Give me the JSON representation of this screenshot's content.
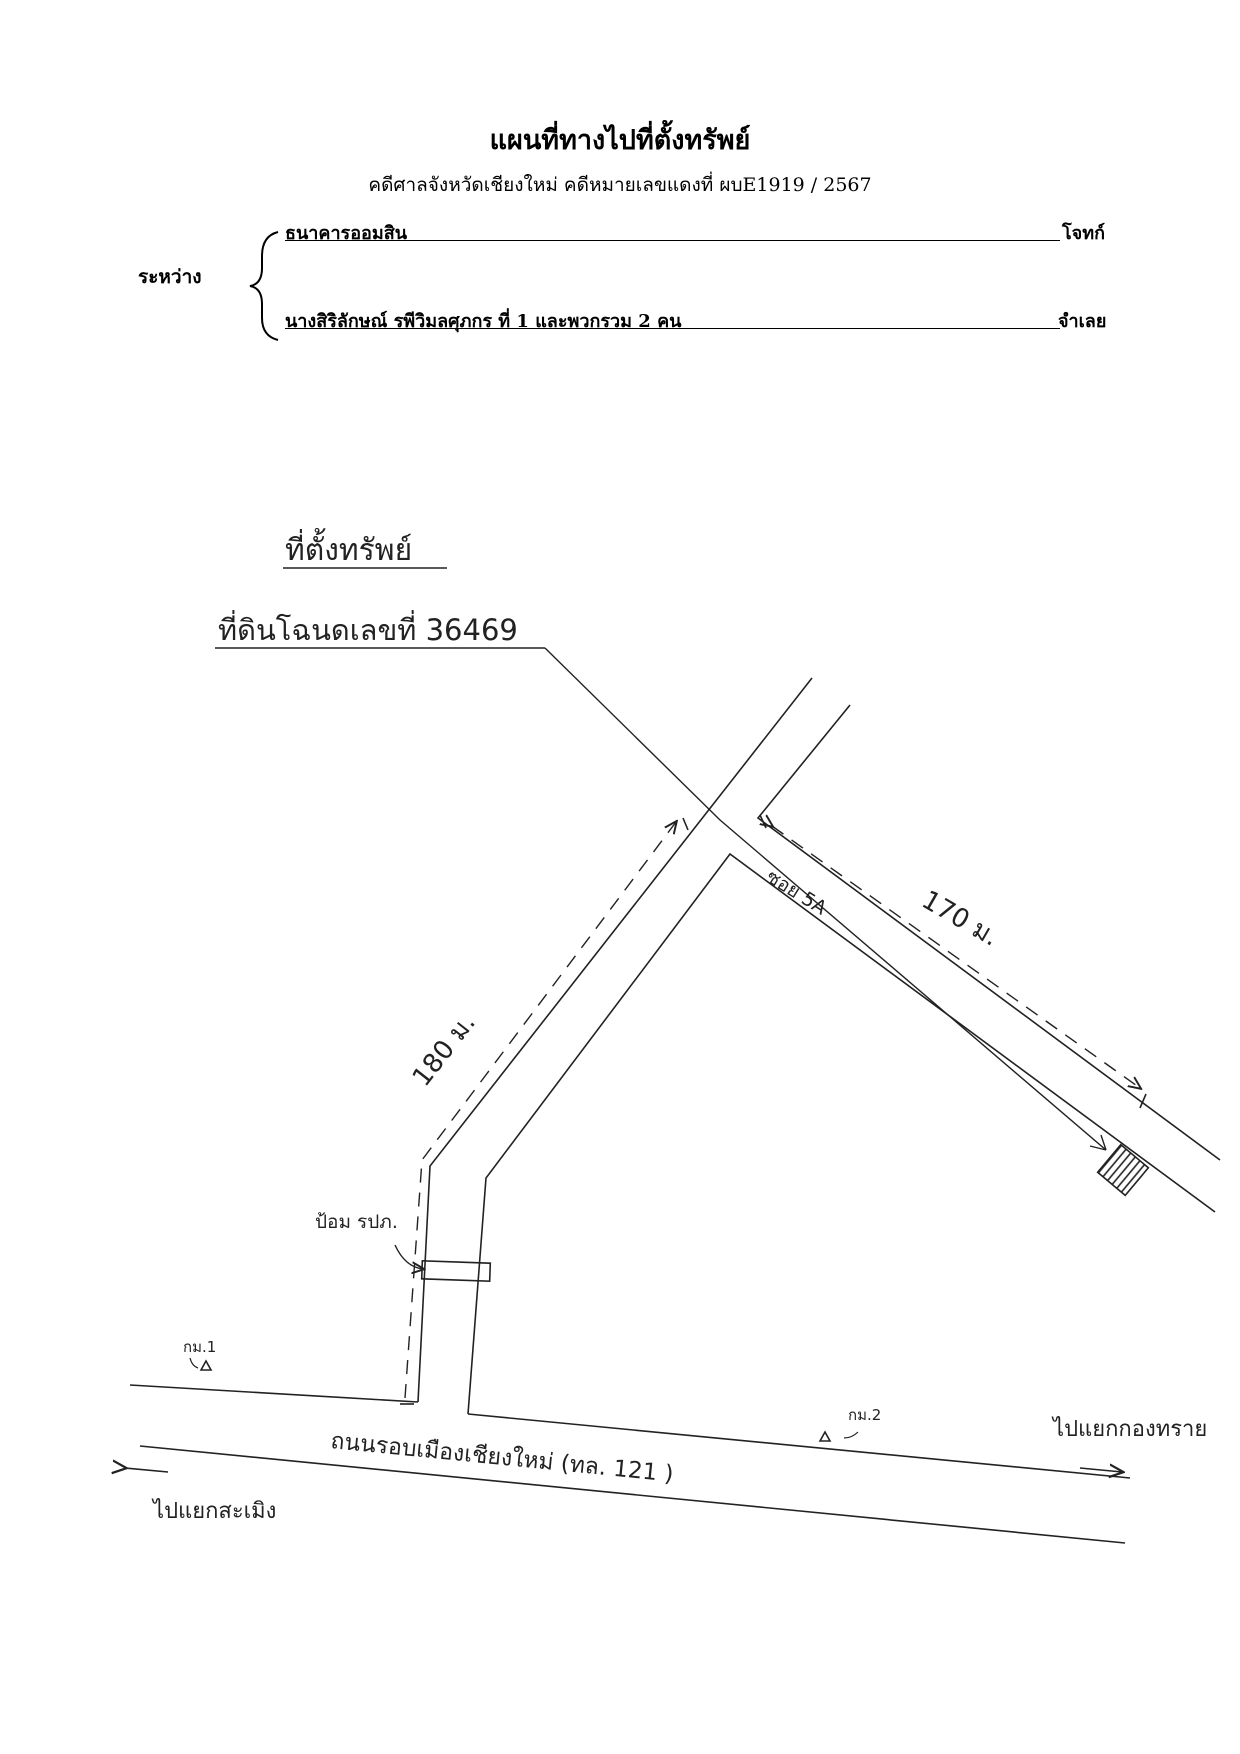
{
  "header": {
    "title": "แผนที่ทางไปที่ตั้งทรัพย์",
    "subtitle": "คดีศาลจังหวัดเชียงใหม่  คดีหมายเลขแดงที่  ผบE1919 / 2567",
    "between_label": "ระหว่าง",
    "plaintiff_name": "ธนาคารออมสิน",
    "plaintiff_role": "โจทก์",
    "defendant_name": "นางสิริลักษณ์  รพีวิมลศุภกร ที่ 1 และพวกรวม 2 คน",
    "defendant_role": "จำเลย"
  },
  "map": {
    "heading": "ที่ตั้งทรัพย์",
    "title_deed": "ที่ดินโฉนดเลขที่   36469",
    "soi_label": "ซอย 5A",
    "distance_1": "170 ม.",
    "distance_2": "180 ม.",
    "police_box": "ป้อม รปภ.",
    "marker_1": "กม.1",
    "marker_2": "กม.2",
    "main_road": "ถนนรอบเมืองเชียงใหม่   (ทล. 121 )",
    "to_right": "ไปแยกกองทราย",
    "to_left": "ไปแยกสะเมิง"
  },
  "colors": {
    "ink": "#222222"
  },
  "icons": [
    "property-hatch-icon",
    "arrow-left-icon",
    "arrow-right-icon",
    "survey-triangle-icon"
  ]
}
